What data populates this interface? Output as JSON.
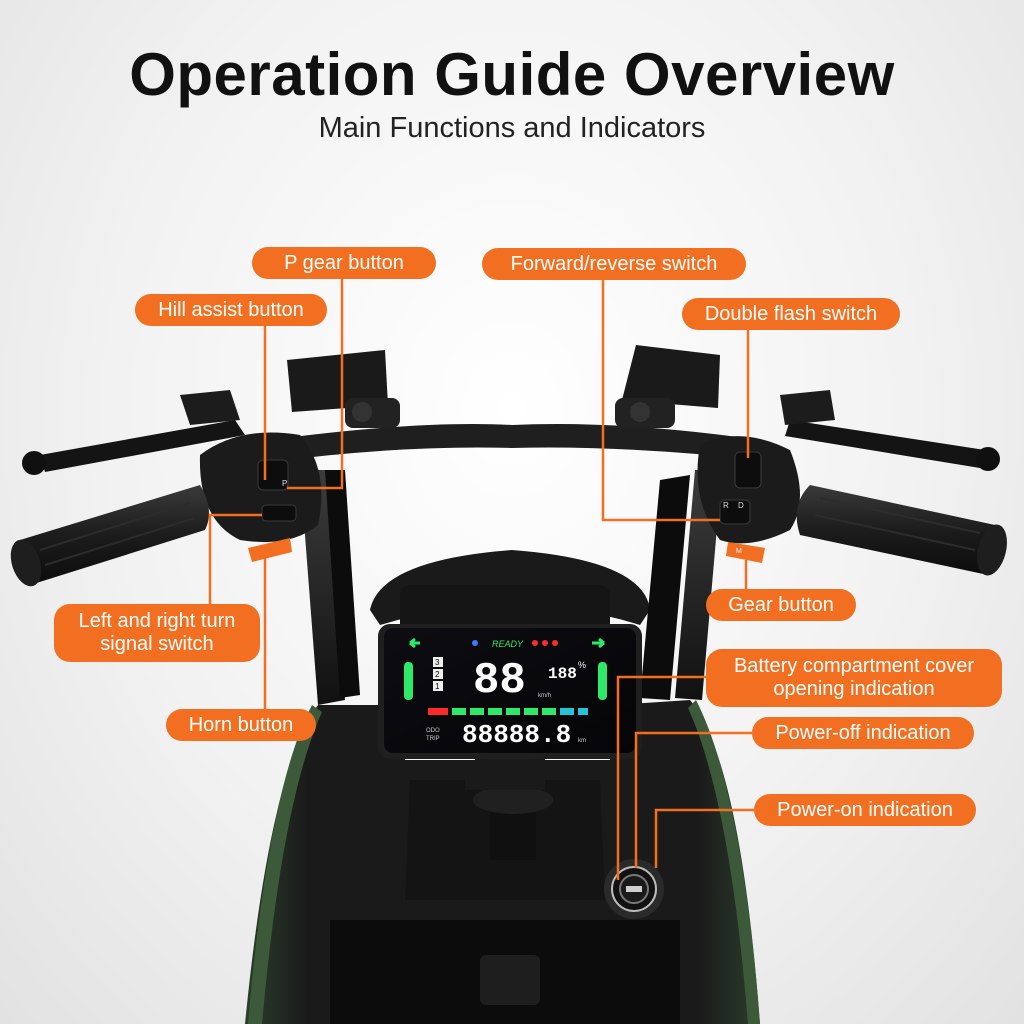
{
  "header": {
    "title": "Operation Guide Overview",
    "subtitle": "Main Functions and Indicators"
  },
  "callouts": {
    "p_gear": "P gear button",
    "hill_assist": "Hill assist button",
    "forward_reverse": "Forward/reverse switch",
    "double_flash": "Double flash switch",
    "turn_signal_line1": "Left and right turn",
    "turn_signal_line2": "signal switch",
    "horn": "Horn button",
    "gear": "Gear button",
    "battery_line1": "Battery compartment cover",
    "battery_line2": "opening indication",
    "power_off": "Power-off indication",
    "power_on": "Power-on indication"
  },
  "display": {
    "status": "READY",
    "speed": "88",
    "battery_percent": "188",
    "percent_sign": "%",
    "speed_unit": "km/h",
    "odometer": "88888.8",
    "odo_unit": "km",
    "odo_label": "ODO",
    "trip_label": "TRIP",
    "gears": [
      "3",
      "2",
      "1"
    ]
  },
  "switch_labels": {
    "p": "P",
    "r": "R",
    "d": "D",
    "m": "M"
  },
  "colors": {
    "accent": "#f26f21",
    "display_green": "#2ee86a",
    "display_red": "#ff2a2a",
    "display_blue": "#3a7bff"
  },
  "icons": [
    "left-turn-arrow-icon",
    "right-turn-arrow-icon",
    "ignition-key-icon"
  ]
}
